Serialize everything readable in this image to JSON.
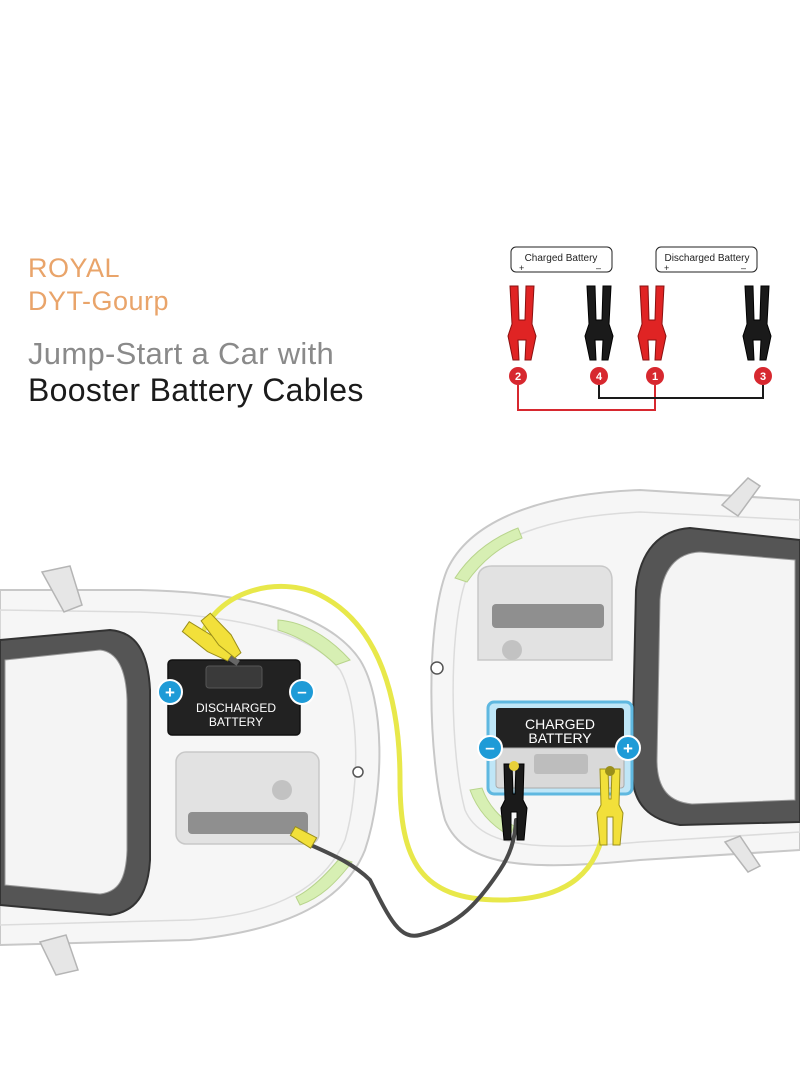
{
  "brand": {
    "line1": "ROYAL",
    "line2": "DYT-Gourp"
  },
  "headline": {
    "line1": "Jump-Start a Car with",
    "line2": "Booster Battery Cables"
  },
  "legend": {
    "charged_label": "Charged Battery",
    "discharged_label": "Discharged Battery",
    "plus": "+",
    "minus": "–",
    "steps": [
      "2",
      "4",
      "1",
      "3"
    ]
  },
  "batteries": {
    "discharged": {
      "line1": "DISCHARGED",
      "line2": "BATTERY"
    },
    "charged": {
      "line1": "CHARGED",
      "line2": "BATTERY"
    },
    "plus": "+",
    "minus": "–"
  },
  "colors": {
    "brand": "#E9A46A",
    "red_clamp": "#E02424",
    "black_clamp": "#1a1a1a",
    "yellow_cable": "#E8E84A",
    "terminal_blue": "#1E9BD7",
    "step_red": "#D7282F"
  }
}
